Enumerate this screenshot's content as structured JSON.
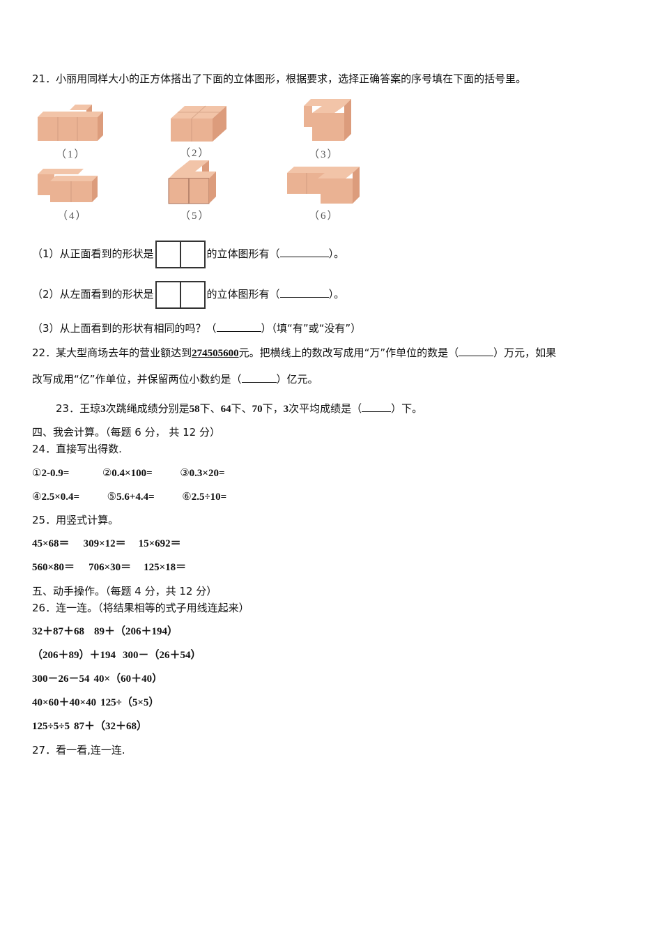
{
  "q21": {
    "stem": "21．小丽用同样大小的正方体搭出了下面的立体图形，根据要求，选择正确答案的序号填在下面的括号里。",
    "figures": [
      {
        "label": "（1）"
      },
      {
        "label": "（2）"
      },
      {
        "label": "（3）"
      },
      {
        "label": "（4）"
      },
      {
        "label": "（5）"
      },
      {
        "label": "（6）"
      }
    ],
    "cube_color": "#eab293",
    "cube_top_color": "#f2c4a8",
    "cube_side_color": "#dc9c7c",
    "sub1": {
      "prefix": "（1）从正面看到的形状是",
      "suffix": "的立体图形有（",
      "end": "）。"
    },
    "sub2": {
      "prefix": "（2）从左面看到的形状是",
      "suffix": "的立体图形有（",
      "end": "）。"
    },
    "sub3": {
      "prefix": "（3）从上面看到的形状有相同的吗？（",
      "end": "）（填“有”或“没有”）"
    }
  },
  "q22": {
    "part1": "22．某大型商场去年的营业额达到",
    "number": "274505600",
    "part2": "元。把横线上的数改写成用“万”作单位的数是（",
    "part3": "）万元，如果",
    "line2_a": "改写成用“亿”作单位，并保留两位小数约是（",
    "line2_b": "）亿元。"
  },
  "q23": {
    "a": "23．王琼",
    "n1": "3",
    "b": "次跳绳成绩分别是",
    "v1": "58",
    "c": "下、",
    "v2": "64",
    "d": "下、",
    "v3": "70",
    "e": "下，",
    "n2": "3",
    "f": "次平均成绩是（",
    "g": "）下。"
  },
  "section4": {
    "title": "四、我会计算。（每题  6  分，  共 12 分）"
  },
  "q24": {
    "stem": "24．直接写出得数.",
    "items": [
      {
        "mark": "①",
        "expr": "2-0.9="
      },
      {
        "mark": "②",
        "expr": "0.4×100="
      },
      {
        "mark": "③",
        "expr": "0.3×20="
      },
      {
        "mark": "④",
        "expr": "2.5×0.4="
      },
      {
        "mark": "⑤",
        "expr": "5.6+4.4="
      },
      {
        "mark": "⑥",
        "expr": "2.5÷10="
      }
    ]
  },
  "q25": {
    "stem": "25．用竖式计算。",
    "row1": [
      "45×68＝",
      "309×12＝",
      "15×692＝"
    ],
    "row2": [
      "560×80＝",
      "706×30＝",
      "125×18＝"
    ]
  },
  "section5": {
    "title": "五、动手操作。（每题 4 分，共 12 分）"
  },
  "q26": {
    "stem": "26．连一连。（将结果相等的式子用线连起来）",
    "rows": [
      [
        "32＋87＋68",
        "89＋（206＋194）"
      ],
      [
        "（206＋89）＋194",
        "300－（26＋54）"
      ],
      [
        "300－26－54",
        "40×（60＋40）"
      ],
      [
        "40×60＋40×40",
        "125÷（5×5）"
      ],
      [
        "125÷5÷5",
        "87＋（32＋68）"
      ]
    ]
  },
  "q27": {
    "stem": "27．看一看,连一连."
  }
}
